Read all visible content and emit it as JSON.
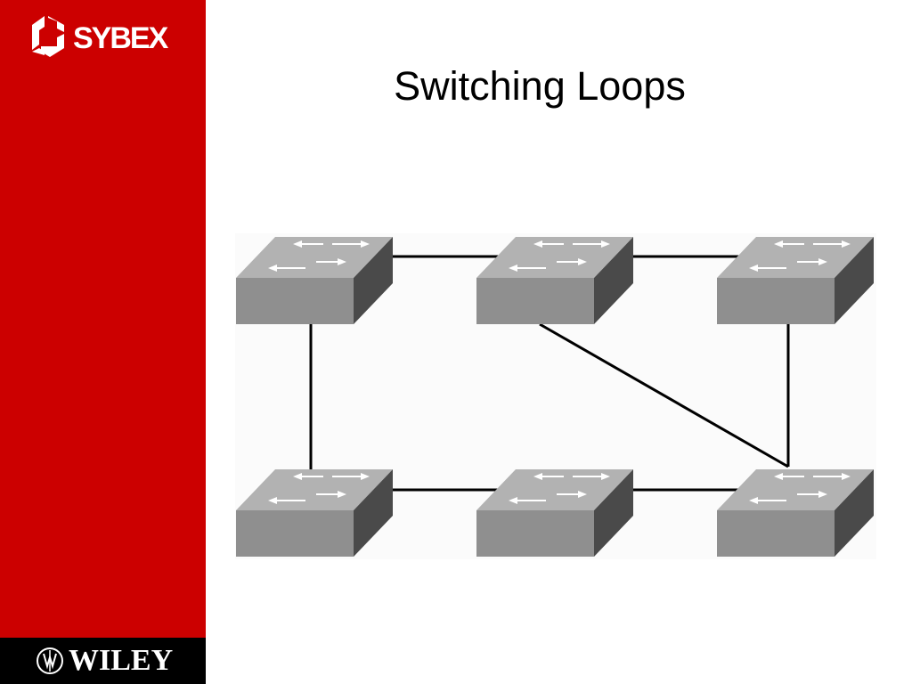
{
  "slide": {
    "title": "Switching Loops"
  },
  "branding": {
    "publisher_logo": "SYBEX",
    "parent_logo": "WILEY"
  },
  "colors": {
    "sidebar": "#cc0000",
    "footer_bar": "#000000",
    "switch_top": "#b2b2b2",
    "switch_front": "#8f8f8f",
    "switch_side": "#4a4a4a",
    "diagram_bg": "#fbfbfb",
    "link": "#000000"
  },
  "diagram": {
    "nodes": [
      {
        "id": "switch-top-left",
        "icon": "switch-icon"
      },
      {
        "id": "switch-top-middle",
        "icon": "switch-icon"
      },
      {
        "id": "switch-top-right",
        "icon": "switch-icon"
      },
      {
        "id": "switch-bottom-left",
        "icon": "switch-icon"
      },
      {
        "id": "switch-bottom-middle",
        "icon": "switch-icon"
      },
      {
        "id": "switch-bottom-right",
        "icon": "switch-icon"
      }
    ],
    "links": [
      {
        "from": "switch-top-left",
        "to": "switch-top-middle"
      },
      {
        "from": "switch-top-middle",
        "to": "switch-top-right"
      },
      {
        "from": "switch-top-left",
        "to": "switch-bottom-left"
      },
      {
        "from": "switch-top-right",
        "to": "switch-bottom-right"
      },
      {
        "from": "switch-top-middle",
        "to": "switch-bottom-right"
      },
      {
        "from": "switch-bottom-left",
        "to": "switch-bottom-middle"
      },
      {
        "from": "switch-bottom-middle",
        "to": "switch-bottom-right"
      }
    ]
  }
}
